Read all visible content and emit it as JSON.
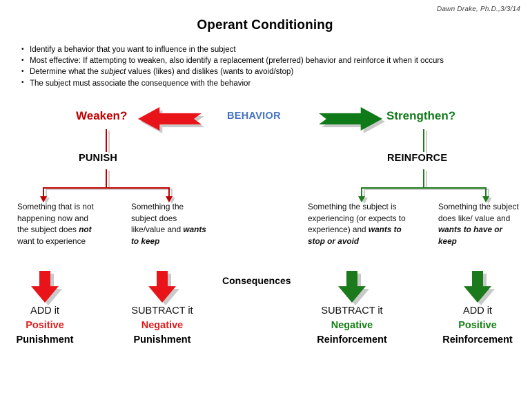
{
  "author": "Dawn Drake, Ph.D.,3/3/14",
  "title": "Operant Conditioning",
  "bullets": [
    "Identify a behavior that you want to influence in the subject",
    "Most effective: If attempting to weaken, also identify a replacement (preferred) behavior and reinforce it when it occurs",
    "The subject must associate the consequence with the behavior"
  ],
  "bullet3": {
    "pre": "Determine what the ",
    "em": "subject",
    "post": " values (likes) and dislikes (wants to avoid/stop)"
  },
  "behavior": {
    "center_label": "BEHAVIOR",
    "left_label": "Weaken?",
    "right_label": "Strengthen?",
    "left_arrow_icon": "left-block-arrow-icon",
    "right_arrow_icon": "right-block-arrow-icon"
  },
  "branches": {
    "left_label": "PUNISH",
    "right_label": "REINFORCE"
  },
  "descriptions": {
    "punish_add": {
      "pre": "Something that is not happening now and the subject does ",
      "em": "not",
      "post": " want to experience"
    },
    "punish_subtract": {
      "pre": "Something the subject does like/value and ",
      "em": "wants to keep",
      "post": ""
    },
    "reinforce_subtract": {
      "pre": "Something the subject is experiencing (or expects to experience) and ",
      "em": "wants to stop or avoid",
      "post": ""
    },
    "reinforce_add": {
      "pre": "Something the subject does like/ value and ",
      "em": "wants to have or keep",
      "post": ""
    }
  },
  "consequences_label": "Consequences",
  "outcomes": [
    {
      "action": "ADD it",
      "valence": "Positive",
      "type": "Punishment",
      "color": "#E01B1B",
      "arrow_icon": "down-block-arrow-icon"
    },
    {
      "action": "SUBTRACT it",
      "valence": "Negative",
      "type": "Punishment",
      "color": "#E01B1B",
      "arrow_icon": "down-block-arrow-icon"
    },
    {
      "action": "SUBTRACT it",
      "valence": "Negative",
      "type": "Reinforcement",
      "color": "#138013",
      "arrow_icon": "down-block-arrow-icon"
    },
    {
      "action": "ADD it",
      "valence": "Positive",
      "type": "Reinforcement",
      "color": "#138013",
      "arrow_icon": "down-block-arrow-icon"
    }
  ],
  "colors": {
    "punish_red": "#C00000",
    "reinforce_green": "#1E7B1E",
    "behavior_blue": "#4472C4",
    "arrow_red": "#E8141A",
    "arrow_green": "#0E7A18"
  }
}
